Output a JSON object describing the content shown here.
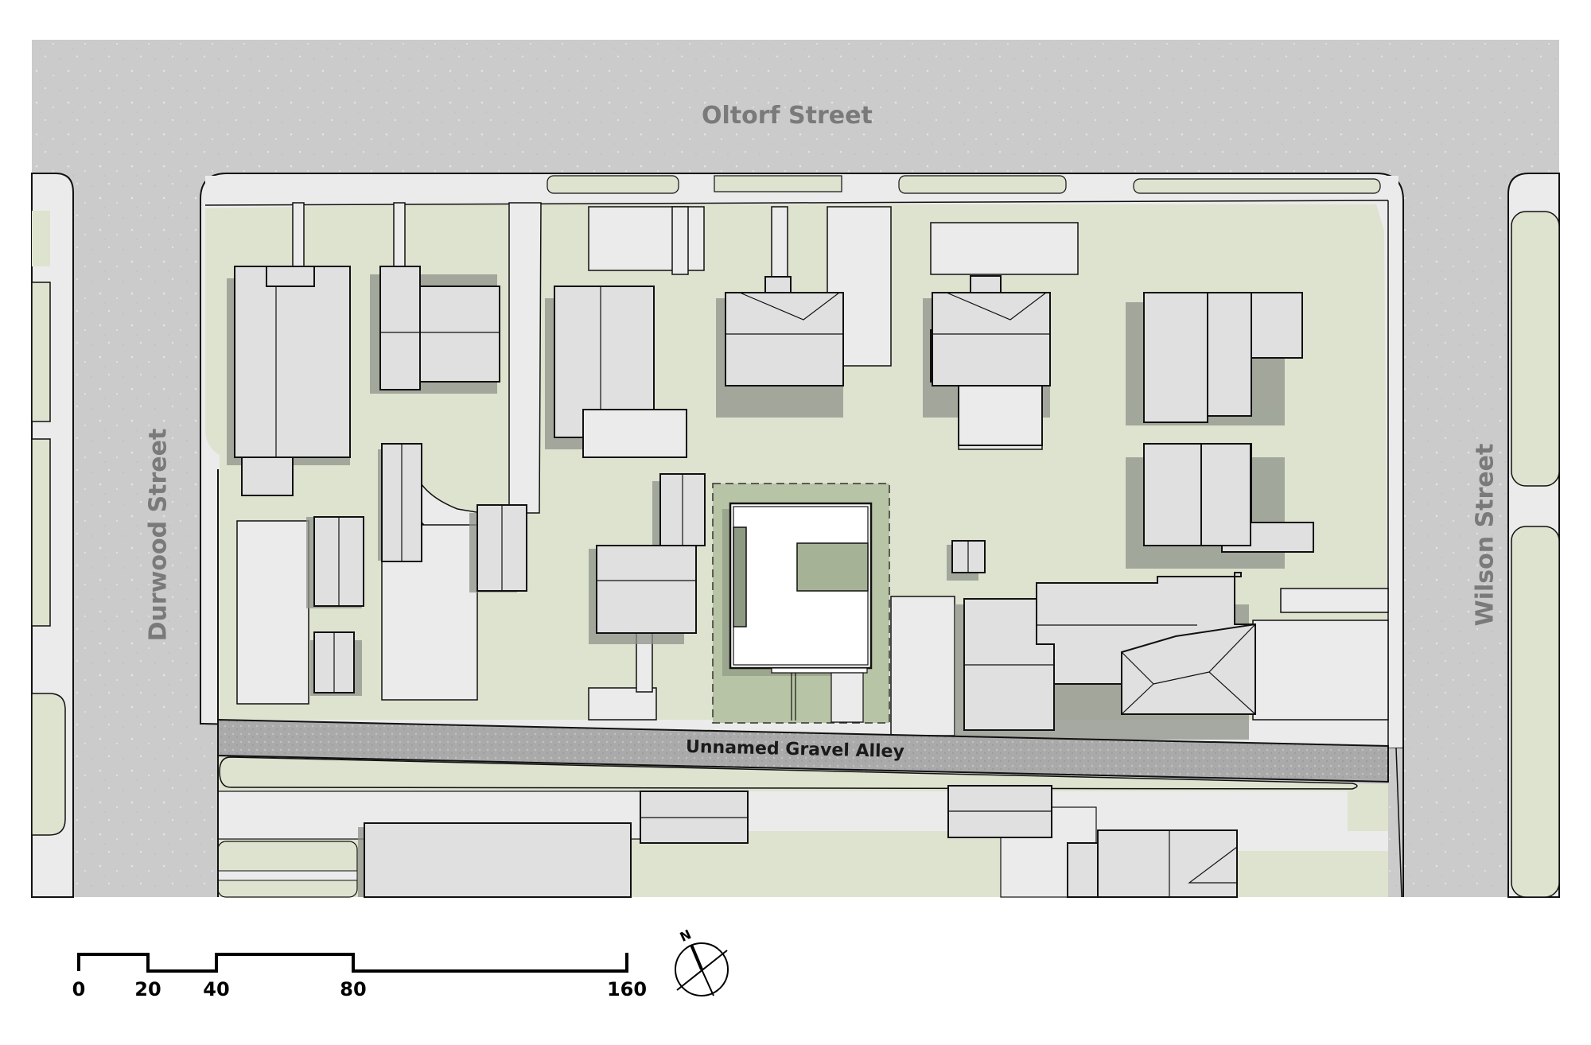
{
  "streets": {
    "north": "Oltorf Street",
    "west": "Durwood Street",
    "east": "Wilson Street",
    "alley": "Unnamed Gravel Alley"
  },
  "scale_bar": {
    "ticks": [
      "0",
      "20",
      "40",
      "80",
      "160"
    ]
  },
  "north_arrow": {
    "label": "N"
  },
  "colors": {
    "road": "#cbcbcb",
    "sidewalk": "#ebebeb",
    "lawn": "#dde3cf",
    "roof": "#e1e0e1",
    "shadow": "#8f938a",
    "subject_lot": "#b7c4a5",
    "subject_building": "#ffffff",
    "gravel": "#a8a8a8"
  }
}
